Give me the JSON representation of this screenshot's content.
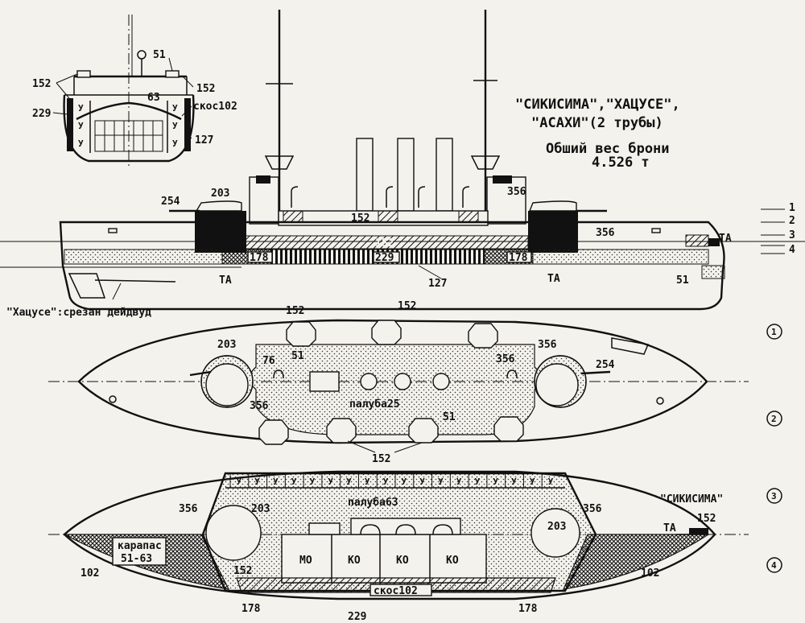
{
  "title": {
    "line1": "\"СИКИСИМА\",\"ХАЦУСЕ\",",
    "line2": "\"АСАХИ\"(2 трубы)",
    "line3": "Обший вес брони",
    "line4": "4.526 т"
  },
  "section_view": {
    "labels": [
      "152",
      "51",
      "152",
      "229",
      "63",
      "скос102",
      "127"
    ],
    "compartment_mark": "У"
  },
  "side_view": {
    "labels": [
      "254",
      "203",
      "356",
      "152",
      "152",
      "356",
      "178",
      "229",
      "178",
      "127",
      "TA",
      "TA",
      "TA",
      "51"
    ],
    "note": "\"Хацусе\":срезан дейдвуд",
    "level_marks": [
      "1",
      "2",
      "3",
      "4"
    ]
  },
  "plan_top": {
    "labels": [
      "152",
      "152",
      "51",
      "203",
      "76",
      "356",
      "356",
      "254",
      "356",
      "51",
      "152"
    ],
    "deck_label": "палуба25"
  },
  "plan_bottom": {
    "labels": [
      "356",
      "203",
      "356",
      "203",
      "152",
      "102",
      "102",
      "178",
      "229",
      "178",
      "TA",
      "152"
    ],
    "deck_label": "палуба63",
    "carapace_label": [
      "карапас",
      "51-63"
    ],
    "slope_label": "скос102",
    "ship_label": "\"СИКИСИМА\"",
    "compartments": [
      "МО",
      "КО",
      "КО",
      "КО"
    ],
    "compartment_mark": "У"
  },
  "circle_marks": [
    "1",
    "2",
    "3",
    "4"
  ],
  "colors": {
    "ink": "#111111",
    "paper": "#f4f2ec"
  }
}
